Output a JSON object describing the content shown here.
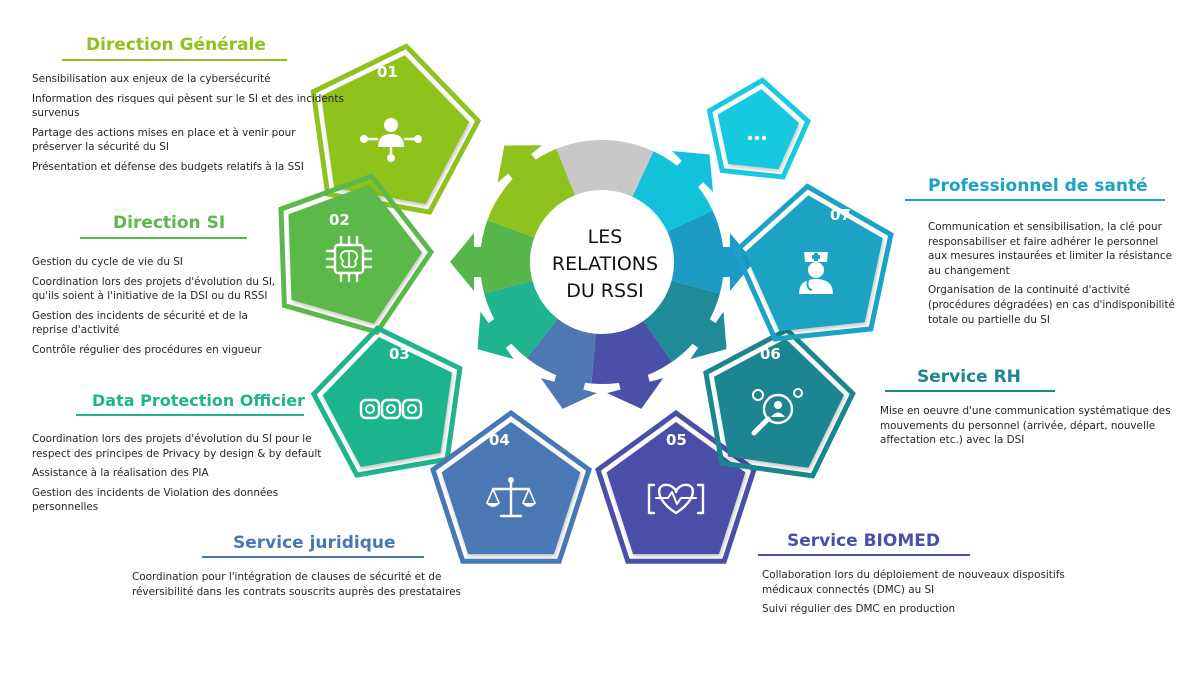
{
  "diagram": {
    "center": {
      "lines": [
        "LES",
        "RELATIONS",
        "DU RSSI"
      ]
    },
    "nodes": [
      {
        "number": "01",
        "icon": "user-network-icon",
        "color": "#8ec31f",
        "title": "Direction Générale",
        "items": [
          "Sensibilisation aux enjeux de la cybersécurité",
          "Information des risques qui pèsent sur le SI et des incidents survenus",
          "Partage des actions mises en place et à venir pour préserver la sécurité du SI",
          "Présentation et défense des budgets relatifs à la SSI"
        ]
      },
      {
        "number": "02",
        "icon": "brain-chip-icon",
        "color": "#5bb84a",
        "title": "Direction SI",
        "items": [
          "Gestion du cycle de vie du SI",
          "Coordination lors des projets d'évolution du SI, qu'ils soient à l'initiative de la DSI ou du RSSI",
          "Gestion des incidents de sécurité et de la reprise d'activité",
          "Contrôle régulier des procédures en vigueur"
        ]
      },
      {
        "number": "03",
        "icon": "dpo-icon",
        "color": "#1fb48c",
        "title": "Data Protection Officier",
        "items": [
          "Coordination lors des projets d'évolution du SI pour le respect des principes de Privacy by design & by default",
          "Assistance à la réalisation des PIA",
          "Gestion des incidents de Violation des données personnelles"
        ]
      },
      {
        "number": "04",
        "icon": "scales-icon",
        "color": "#4878b4",
        "title": "Service juridique",
        "items": [
          "Coordination pour l'intégration de clauses de sécurité et de réversibilité dans les contrats souscrits auprès des prestataires"
        ]
      },
      {
        "number": "05",
        "icon": "heartbeat-icon",
        "color": "#4a4fa8",
        "title": "Service BIOMED",
        "items": [
          "Collaboration lors du déploiement de nouveaux dispositifs médicaux connectés (DMC) au SI",
          "Suivi régulier des DMC en production"
        ]
      },
      {
        "number": "06",
        "icon": "person-search-gear-icon",
        "color": "#1b8590",
        "title": "Service RH",
        "items": [
          "Mise en oeuvre d'une communication systématique des mouvements du personnel (arrivée, départ, nouvelle affectation etc.) avec la DSI"
        ]
      },
      {
        "number": "07",
        "icon": "nurse-icon",
        "color": "#1aa3c4",
        "title": "Professionnel de santé",
        "items": [
          "Communication et sensibilisation, la clé pour responsabiliser et faire adhérer le personnel aux mesures instaurées et limiter la résistance au changement",
          "Organisation de la continuité d'activité (procédures dégradées) en cas d'indisponibilité totale ou partielle du SI"
        ]
      },
      {
        "number": "",
        "label": "...",
        "icon": "ellipsis-icon",
        "color": "#19c9de",
        "title": "",
        "items": []
      }
    ],
    "ring_colors": {
      "gray": "#c8c8c8",
      "cyan": "#12c2da",
      "blue": "#1c9cc4",
      "teal_dark": "#1f8a98",
      "indigo": "#4a4fa8",
      "steel": "#4f78b2",
      "teal": "#1db48e",
      "green": "#56b64a",
      "lime": "#8ec31f"
    }
  }
}
